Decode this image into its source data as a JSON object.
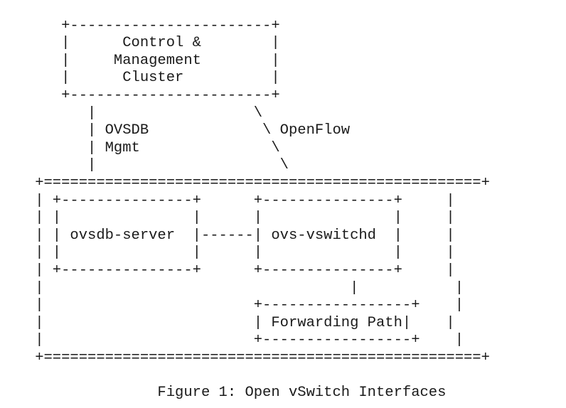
{
  "lines": [
    "",
    "       +-----------------------+",
    "       |      Control &        |",
    "       |     Management        |",
    "       |      Cluster          |",
    "       +-----------------------+",
    "          |                  \\",
    "          | OVSDB             \\ OpenFlow",
    "          | Mgmt               \\",
    "          |                     \\",
    "    +==================================================+",
    "    | +---------------+      +---------------+     |",
    "    | |               |      |               |     |",
    "    | | ovsdb-server  |------| ovs-vswitchd  |     |",
    "    | |               |      |               |     |",
    "    | +---------------+      +---------------+     |",
    "    |                                   |           |",
    "    |                        +-----------------+    |",
    "    |                        | Forwarding Path|    |",
    "    |                        +-----------------+    |",
    "    +==================================================+",
    "",
    "                  Figure 1: Open vSwitch Interfaces"
  ]
}
